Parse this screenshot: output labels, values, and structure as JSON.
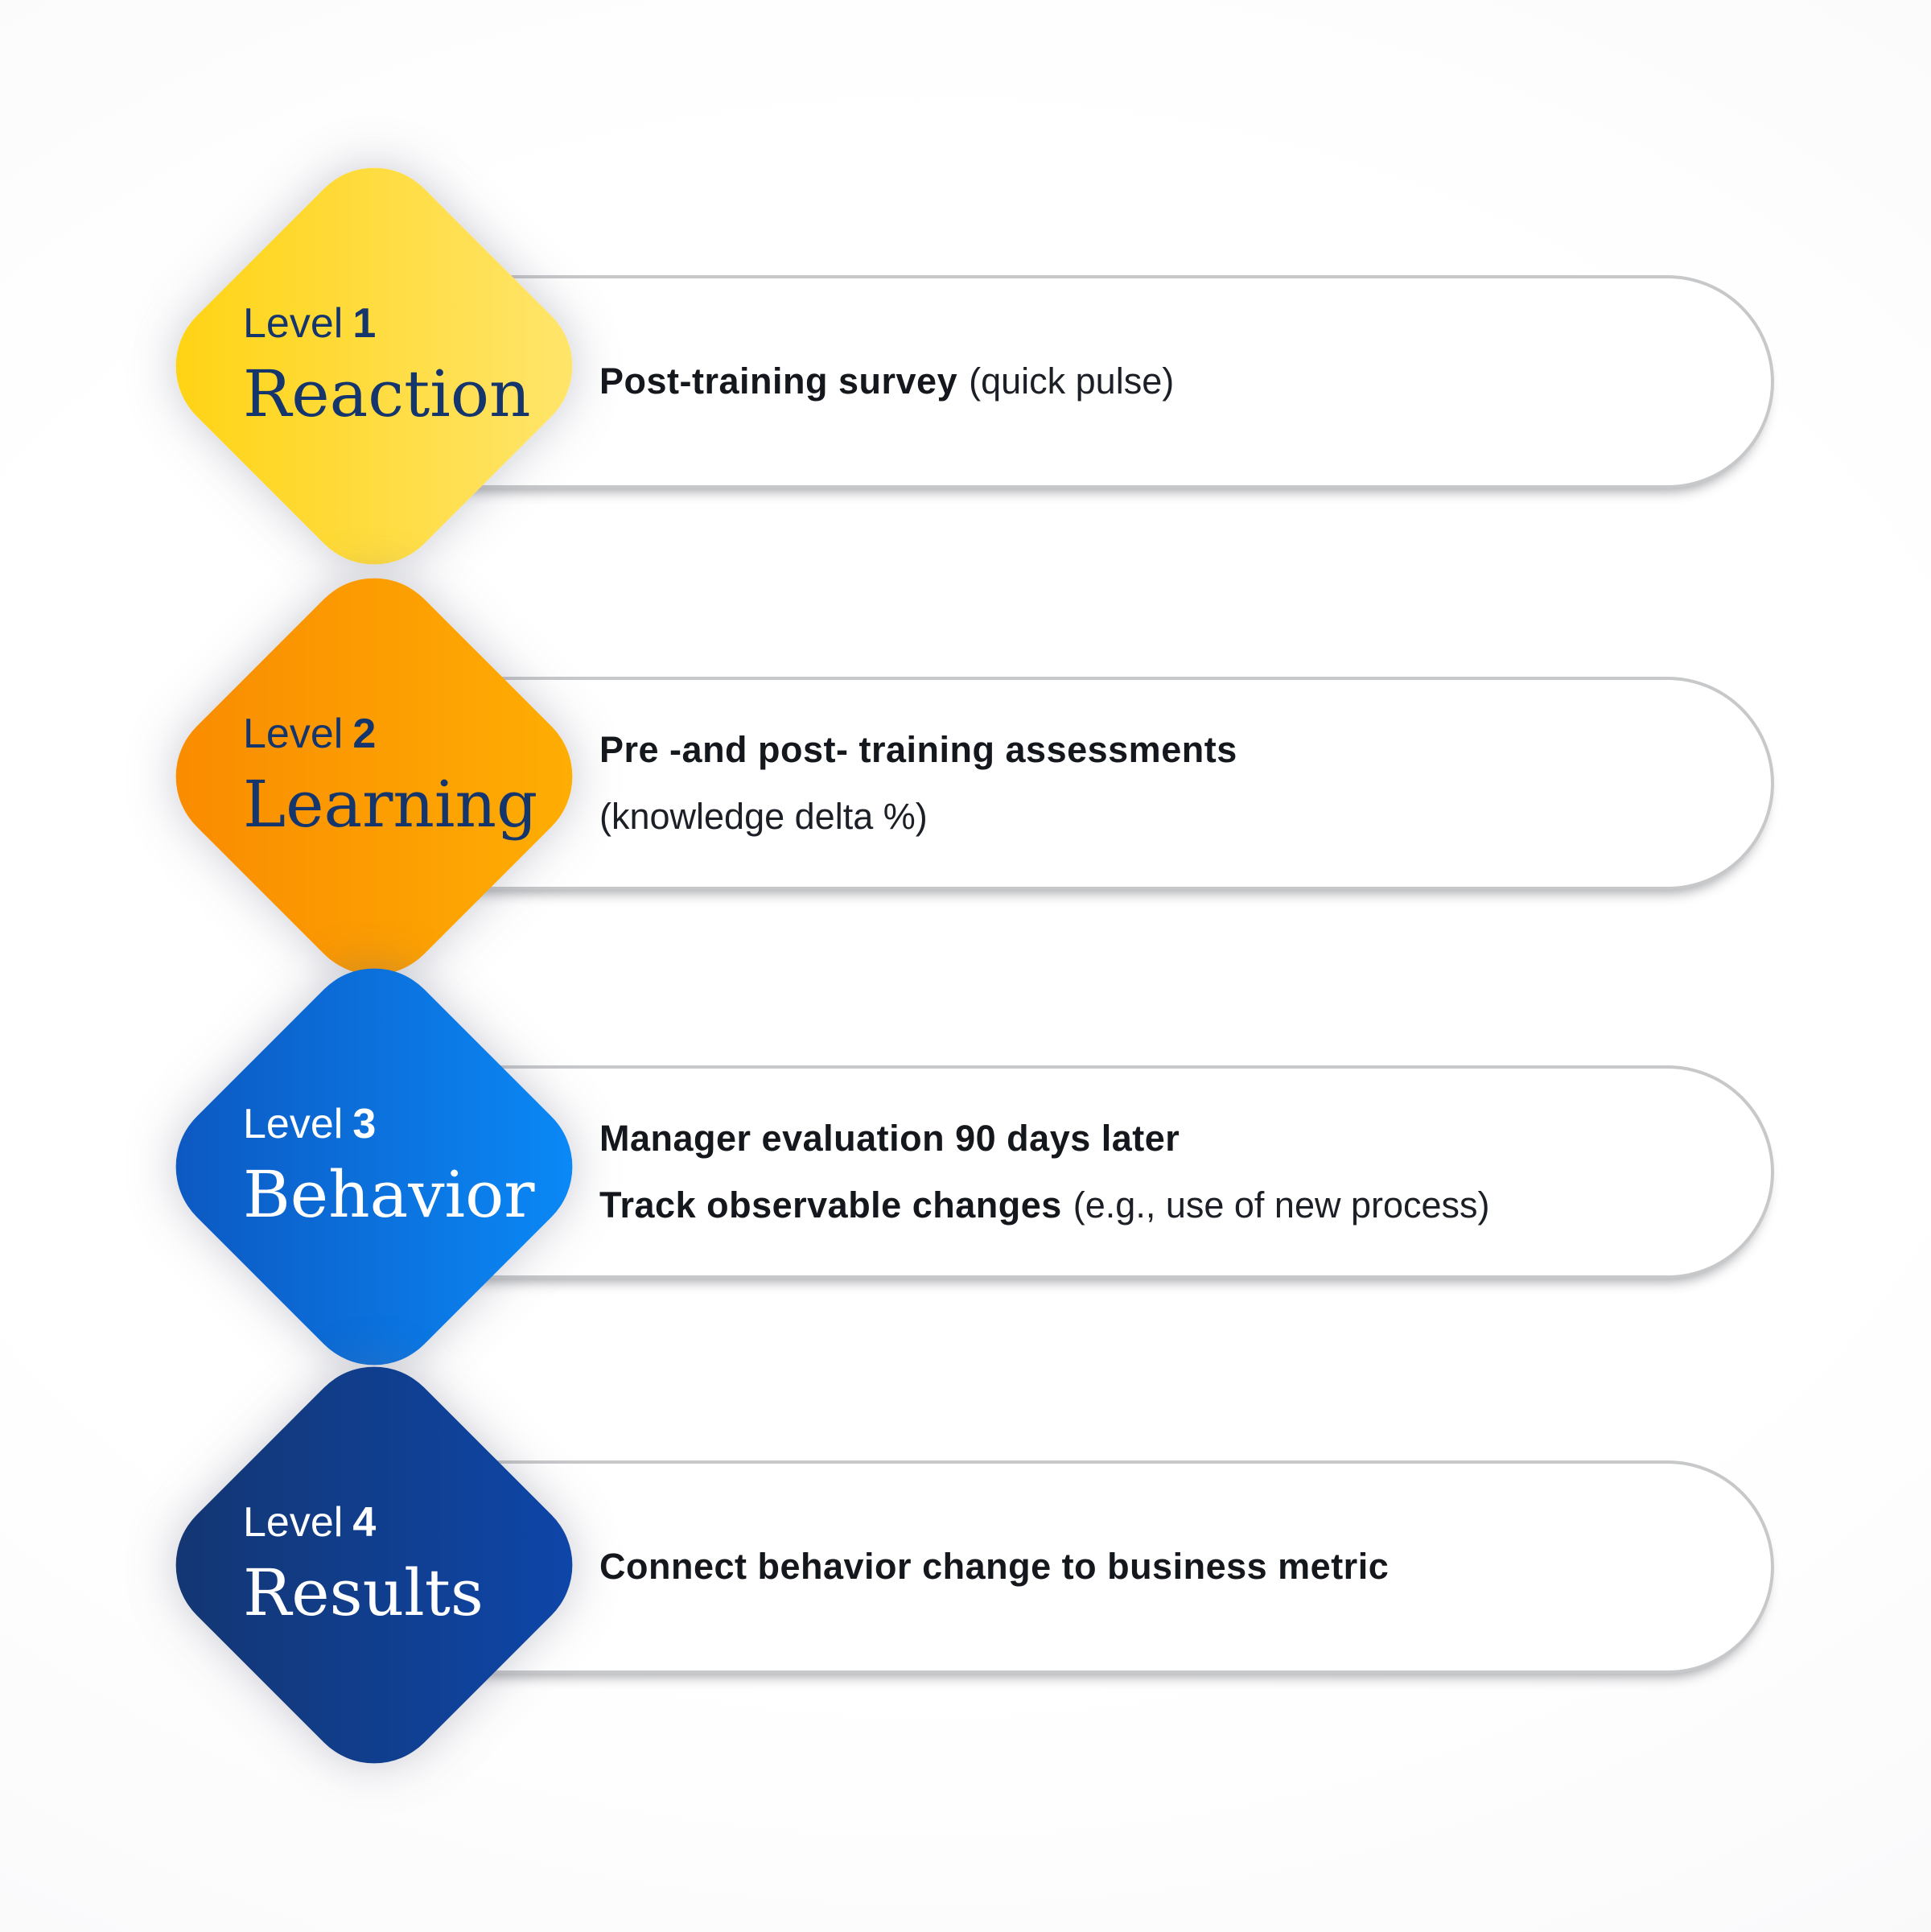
{
  "diagram": {
    "levels": [
      {
        "level_word": "Level",
        "level_number": "1",
        "name": "Reaction",
        "diamond_color_start": "#FFD20E",
        "diamond_color_end": "#FFE671",
        "label_color": "#15356D",
        "detail": {
          "line1_bold": "Post-training survey",
          "line1_normal": "(quick pulse)",
          "line2_bold": "",
          "line2_normal": ""
        }
      },
      {
        "level_word": "Level",
        "level_number": "2",
        "name": "Learning",
        "diamond_color_start": "#F98900",
        "diamond_color_end": "#FFB004",
        "label_color": "#15356D",
        "detail": {
          "line1_bold": "Pre -and post- training assessments",
          "line1_normal": "",
          "line2_bold": "",
          "line2_normal": "(knowledge delta %)"
        }
      },
      {
        "level_word": "Level",
        "level_number": "3",
        "name": "Behavior",
        "diamond_color_start": "#0D55BE",
        "diamond_color_end": "#0A8CFA",
        "label_color": "#FFFFFF",
        "detail": {
          "line1_bold": "Manager evaluation 90 days later",
          "line1_normal": "",
          "line2_bold": "Track observable changes",
          "line2_normal": "(e.g., use of new process)"
        }
      },
      {
        "level_word": "Level",
        "level_number": "4",
        "name": "Results",
        "diamond_color_start": "#14356F",
        "diamond_color_end": "#0D47AC",
        "label_color": "#FFFFFF",
        "detail": {
          "line1_bold": "Connect behavior change to business metric",
          "line1_normal": "",
          "line2_bold": "",
          "line2_normal": ""
        }
      }
    ],
    "style_colors": {
      "pill_border": "#C7C8CA",
      "pill_background": "#FFFFFF",
      "pill_text": "#14171C",
      "background_center": "#FFFFFF",
      "background_edge": "#ECECEF"
    }
  }
}
